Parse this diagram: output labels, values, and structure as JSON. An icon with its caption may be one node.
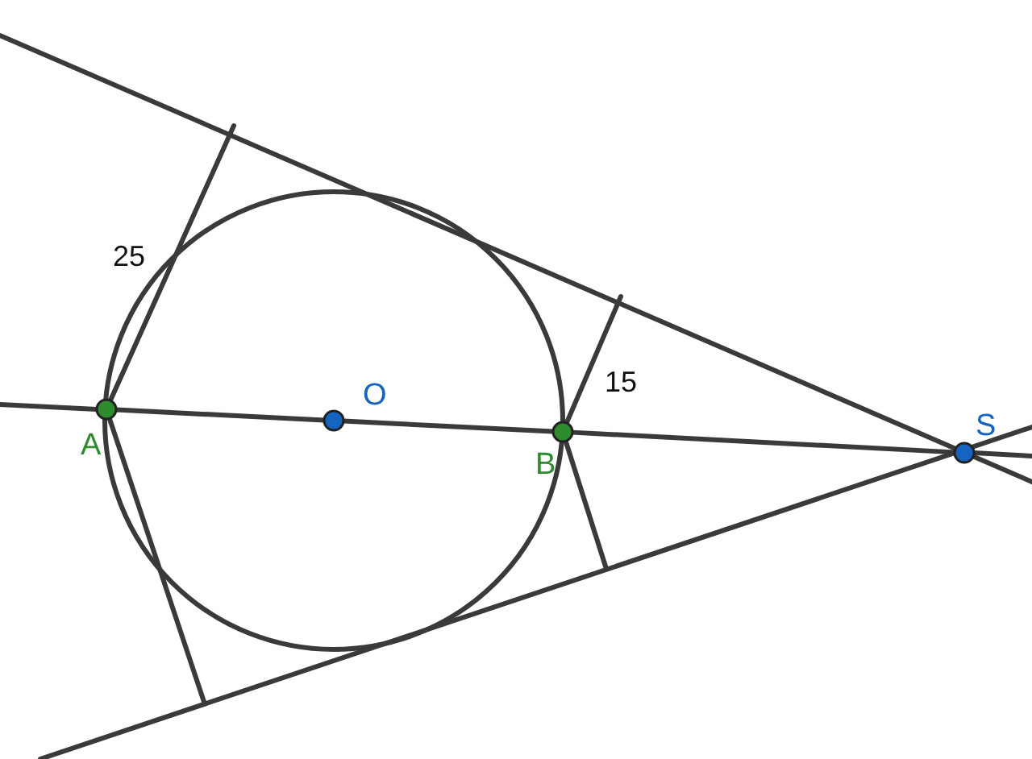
{
  "diagram": {
    "nodes": [
      {
        "text": [
          "A"
        ]
      },
      {
        "text": [
          "O"
        ]
      },
      {
        "text": [
          "B"
        ]
      },
      {
        "text": [
          "S"
        ]
      }
    ],
    "edges": [
      {
        "from": 0,
        "to": 1,
        "arrow": "none"
      },
      {
        "from": 1,
        "to": 2,
        "arrow": "none"
      },
      {
        "from": 2,
        "to": 3,
        "arrow": "none"
      }
    ],
    "labels": [
      "25",
      "15"
    ]
  }
}
